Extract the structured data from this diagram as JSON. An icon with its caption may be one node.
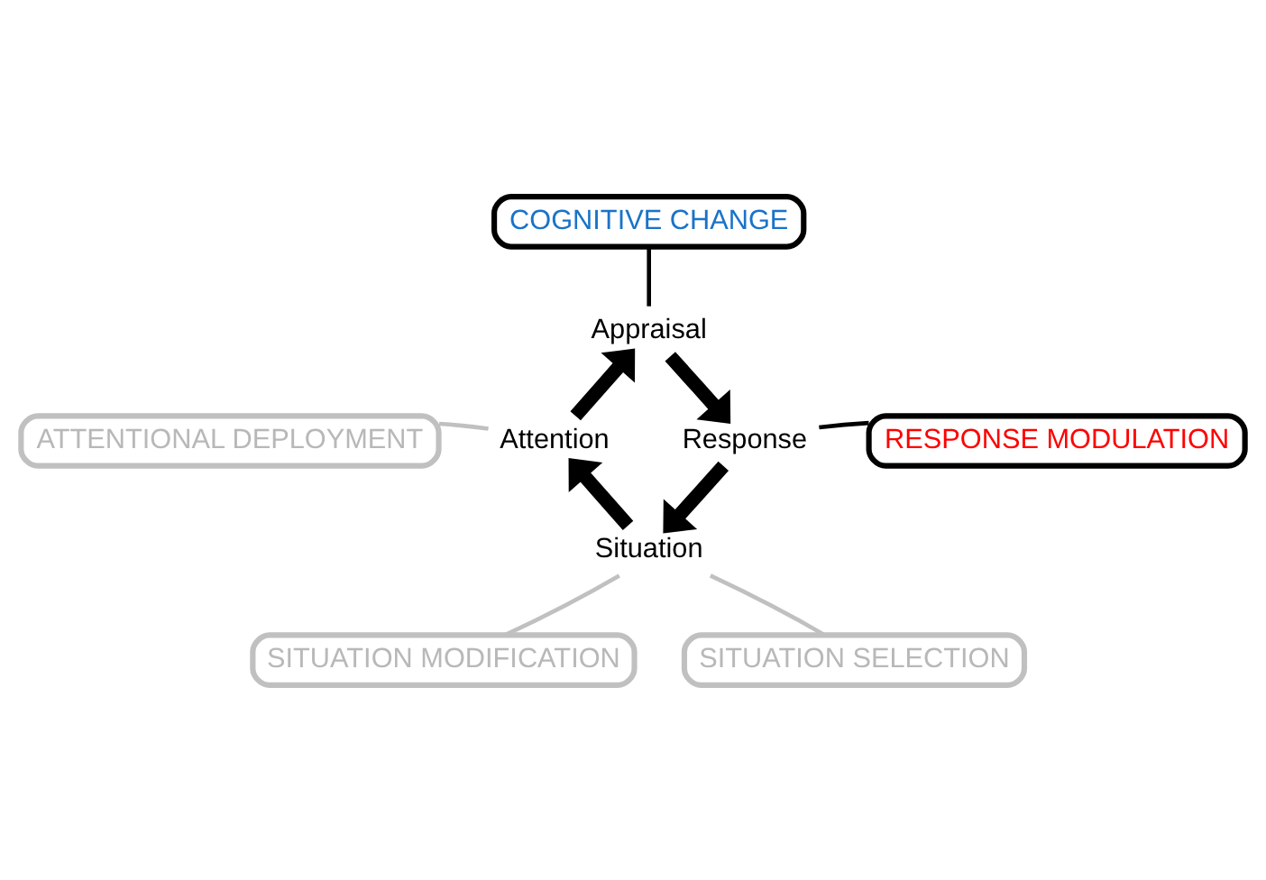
{
  "diagram": {
    "nodes": [
      {
        "text": [
          "COGNITIVE CHANGE"
        ]
      },
      {
        "text": [
          "Appraisal"
        ]
      },
      {
        "text": [
          "Response"
        ]
      },
      {
        "text": [
          "RESPONSE MODULATION"
        ]
      },
      {
        "text": [
          "Situation"
        ]
      },
      {
        "text": [
          "Attention"
        ]
      },
      {
        "text": [
          "ATTENTIONAL DEPLOYMENT"
        ]
      },
      {
        "text": [
          "SITUATION MODIFICATION"
        ]
      },
      {
        "text": [
          "SITUATION SELECTION"
        ]
      }
    ],
    "edges": [
      {
        "from": 0,
        "to": 1,
        "arrow": "none"
      },
      {
        "from": 1,
        "to": 2,
        "arrow": "to",
        "style": "thick"
      },
      {
        "from": 2,
        "to": 4,
        "arrow": "to",
        "style": "thick"
      },
      {
        "from": 4,
        "to": 5,
        "arrow": "to",
        "style": "thick"
      },
      {
        "from": 5,
        "to": 1,
        "arrow": "to",
        "style": "thick"
      },
      {
        "from": 2,
        "to": 3,
        "arrow": "none"
      },
      {
        "from": 6,
        "to": 5,
        "arrow": "none",
        "color": "#c0c0c0"
      },
      {
        "from": 7,
        "to": 4,
        "arrow": "none",
        "color": "#c0c0c0"
      },
      {
        "from": 8,
        "to": 4,
        "arrow": "none",
        "color": "#c0c0c0"
      }
    ]
  }
}
